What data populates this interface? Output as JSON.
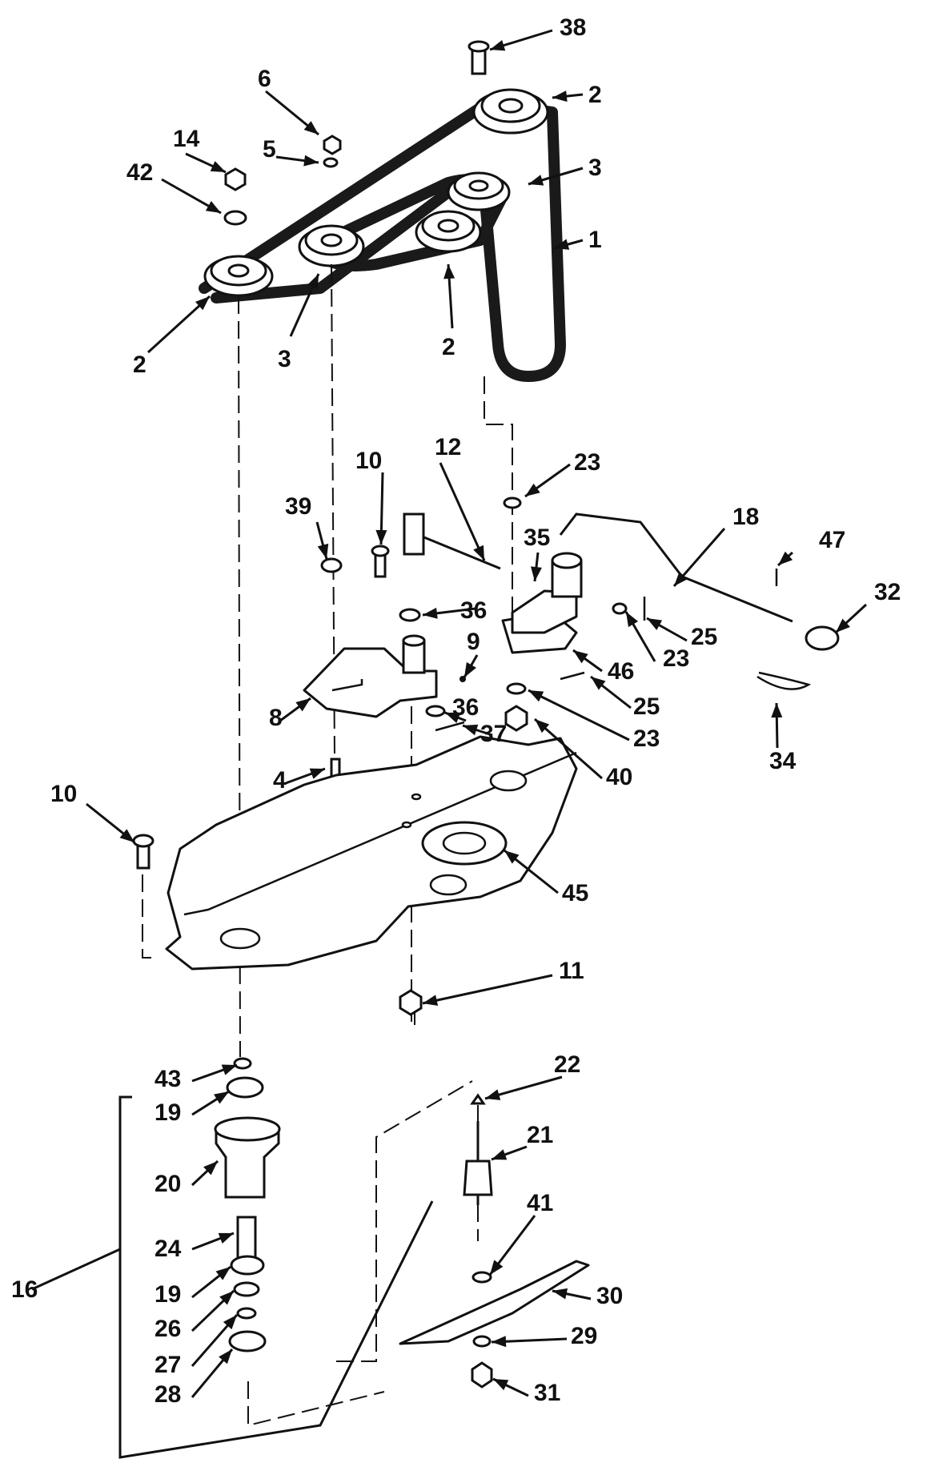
{
  "diagram": {
    "callouts": [
      {
        "id": "c38",
        "text": "38"
      },
      {
        "id": "c2a",
        "text": "2"
      },
      {
        "id": "c6",
        "text": "6"
      },
      {
        "id": "c14",
        "text": "14"
      },
      {
        "id": "c5",
        "text": "5"
      },
      {
        "id": "c3a",
        "text": "3"
      },
      {
        "id": "c42",
        "text": "42"
      },
      {
        "id": "c1",
        "text": "1"
      },
      {
        "id": "c2b",
        "text": "2"
      },
      {
        "id": "c3b",
        "text": "3"
      },
      {
        "id": "c2c",
        "text": "2"
      },
      {
        "id": "c23a",
        "text": "23"
      },
      {
        "id": "c12",
        "text": "12"
      },
      {
        "id": "c10a",
        "text": "10"
      },
      {
        "id": "c39",
        "text": "39"
      },
      {
        "id": "c18",
        "text": "18"
      },
      {
        "id": "c47",
        "text": "47"
      },
      {
        "id": "c35",
        "text": "35"
      },
      {
        "id": "c32",
        "text": "32"
      },
      {
        "id": "c36a",
        "text": "36"
      },
      {
        "id": "c25a",
        "text": "25"
      },
      {
        "id": "c9",
        "text": "9"
      },
      {
        "id": "c23b",
        "text": "23"
      },
      {
        "id": "c46",
        "text": "46"
      },
      {
        "id": "c36b",
        "text": "36"
      },
      {
        "id": "c8",
        "text": "8"
      },
      {
        "id": "c25b",
        "text": "25"
      },
      {
        "id": "c37",
        "text": "37"
      },
      {
        "id": "c23c",
        "text": "23"
      },
      {
        "id": "c34",
        "text": "34"
      },
      {
        "id": "c4",
        "text": "4"
      },
      {
        "id": "c40",
        "text": "40"
      },
      {
        "id": "c10b",
        "text": "10"
      },
      {
        "id": "c45",
        "text": "45"
      },
      {
        "id": "c11",
        "text": "11"
      },
      {
        "id": "c43",
        "text": "43"
      },
      {
        "id": "c22",
        "text": "22"
      },
      {
        "id": "c19a",
        "text": "19"
      },
      {
        "id": "c21",
        "text": "21"
      },
      {
        "id": "c20",
        "text": "20"
      },
      {
        "id": "c24",
        "text": "24"
      },
      {
        "id": "c41",
        "text": "41"
      },
      {
        "id": "c16",
        "text": "16"
      },
      {
        "id": "c19b",
        "text": "19"
      },
      {
        "id": "c30",
        "text": "30"
      },
      {
        "id": "c26",
        "text": "26"
      },
      {
        "id": "c29",
        "text": "29"
      },
      {
        "id": "c27",
        "text": "27"
      },
      {
        "id": "c28",
        "text": "28"
      },
      {
        "id": "c31",
        "text": "31"
      }
    ]
  }
}
